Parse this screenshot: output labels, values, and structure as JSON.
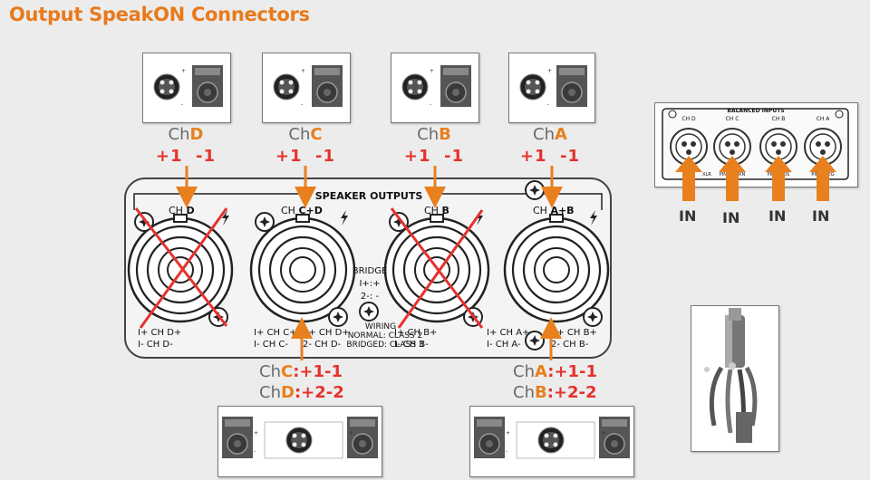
{
  "title": "Output SpeakON Connectors",
  "channels_top": [
    {
      "prefix": "Ch",
      "letter": "D",
      "polarity": "+1  -1"
    },
    {
      "prefix": "Ch",
      "letter": "C",
      "polarity": "+1  -1"
    },
    {
      "prefix": "Ch",
      "letter": "B",
      "polarity": "+1  -1"
    },
    {
      "prefix": "Ch",
      "letter": "A",
      "polarity": "+1  -1"
    }
  ],
  "panel": {
    "heading": "SPEAKER OUTPUTS",
    "connectors": [
      {
        "label_prefix": "CH ",
        "label_bold": "D",
        "left_lines": [
          "I+ CH D+",
          "I-  CH D-"
        ]
      },
      {
        "label_prefix": "CH ",
        "label_bold": "C+D",
        "left_lines": [
          "I+ CH C+",
          "I-  CH C-"
        ],
        "right_lines": [
          "2+ CH D+",
          "2-  CH D-"
        ]
      },
      {
        "label_prefix": "CH ",
        "label_bold": "B",
        "left_lines": [
          "I+ CH B+",
          "I-  CH B-"
        ]
      },
      {
        "label_prefix": "CH ",
        "label_bold": "A+B",
        "left_lines": [
          "I+ CH A+",
          "I-  CH A-"
        ],
        "right_lines": [
          "2+ CH B+",
          "2-  CH B-"
        ]
      }
    ],
    "bridge_lines": [
      "BRIDGE",
      "I+:+",
      "2-: -"
    ],
    "wiring_lines": [
      "WIRING",
      "NORMAL: CLASS 2",
      "BRIDGED: CLASS 3"
    ]
  },
  "bottom_labels": [
    {
      "ch1": "C",
      "pol1": ":+1-1",
      "ch2": "D",
      "pol2": ":+2-2",
      "prefix": "Ch"
    },
    {
      "ch1": "A",
      "pol1": ":+1-1",
      "ch2": "B",
      "pol2": ":+2-2",
      "prefix": "Ch"
    }
  ],
  "inputs_panel": {
    "heading": "BALANCED INPUTS",
    "channels": [
      "CH D",
      "CH C",
      "CH B",
      "CH A"
    ],
    "pin_labels": [
      "XLR",
      "PIN 2 SCRN",
      "PIN 2 POS",
      "PIN 3 NEG"
    ],
    "in_label": "IN"
  },
  "colors": {
    "orange": "#e8801e",
    "red": "#e5322d",
    "gray_text": "#6a6a6a",
    "panel_bg": "#f4f4f4"
  }
}
